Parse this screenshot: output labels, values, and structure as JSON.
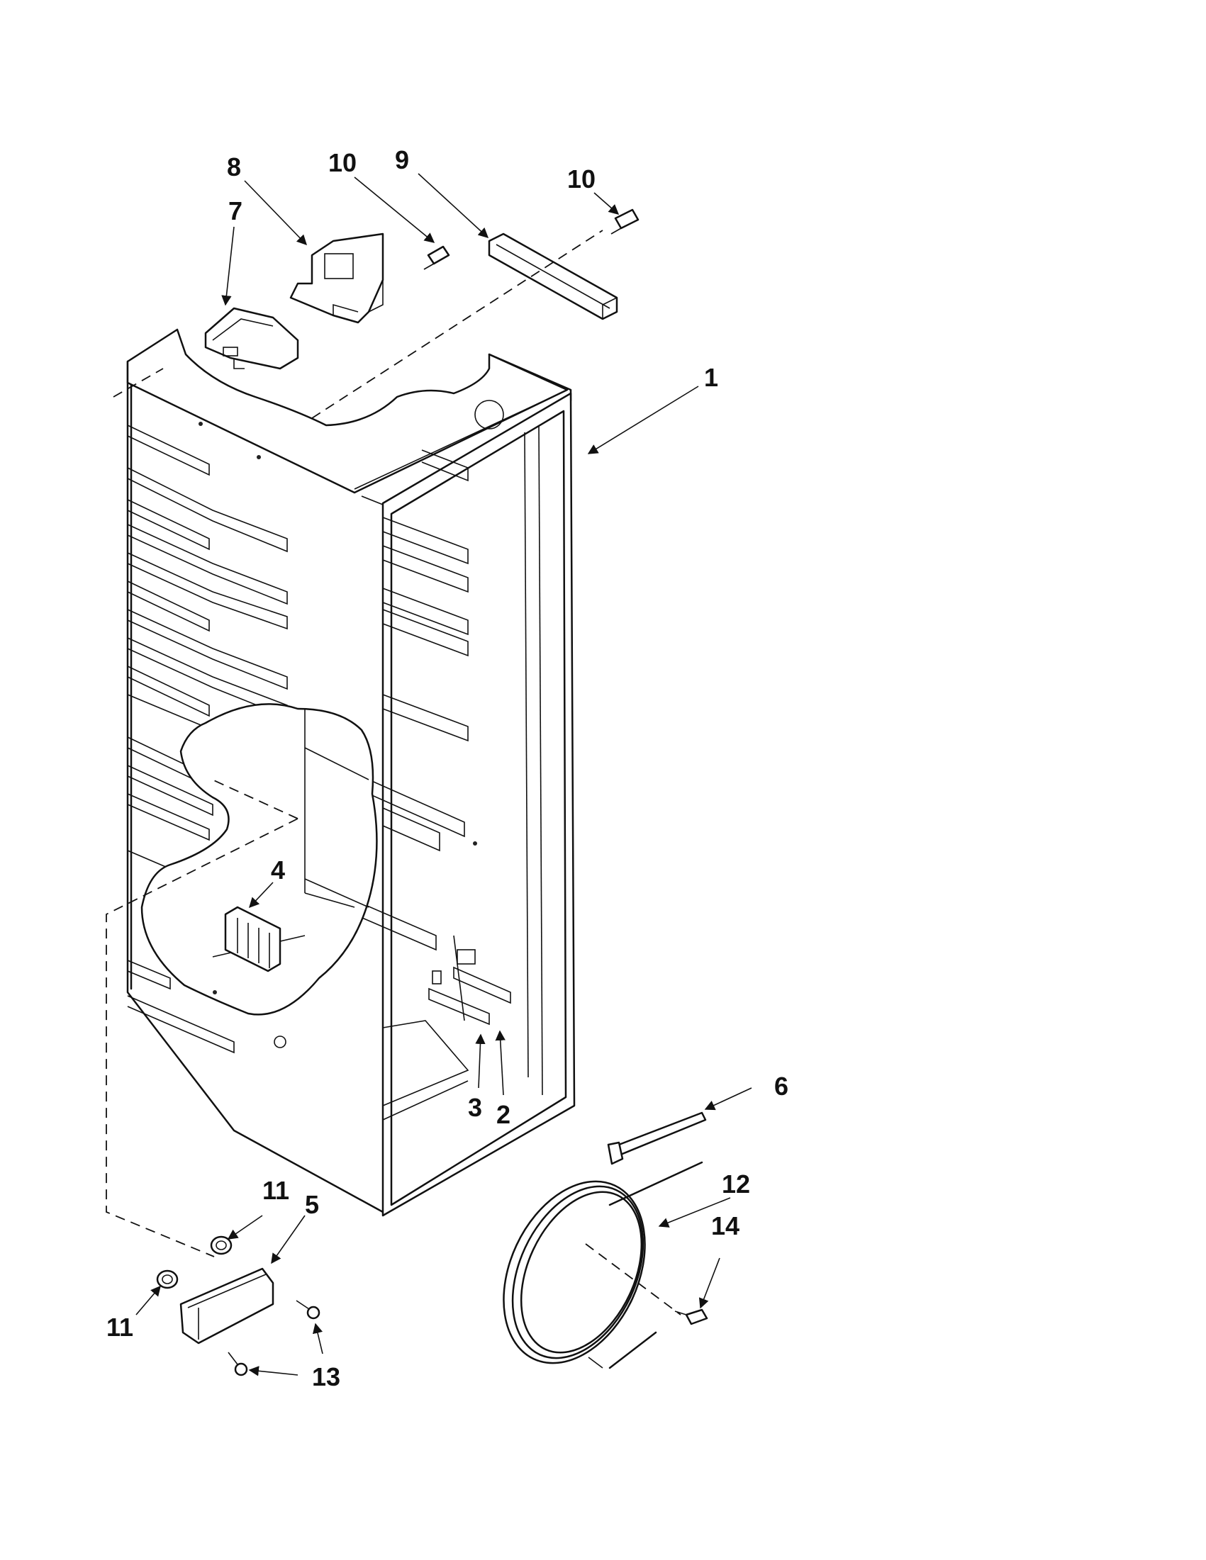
{
  "callouts": {
    "c1": "1",
    "c2": "2",
    "c3": "3",
    "c4": "4",
    "c5": "5",
    "c6": "6",
    "c7": "7",
    "c8": "8",
    "c9": "9",
    "c10a": "10",
    "c10b": "10",
    "c11a": "11",
    "c11b": "11",
    "c12": "12",
    "c13": "13",
    "c14": "14"
  },
  "colors": {
    "ink": "#111111",
    "background": "#ffffff"
  }
}
